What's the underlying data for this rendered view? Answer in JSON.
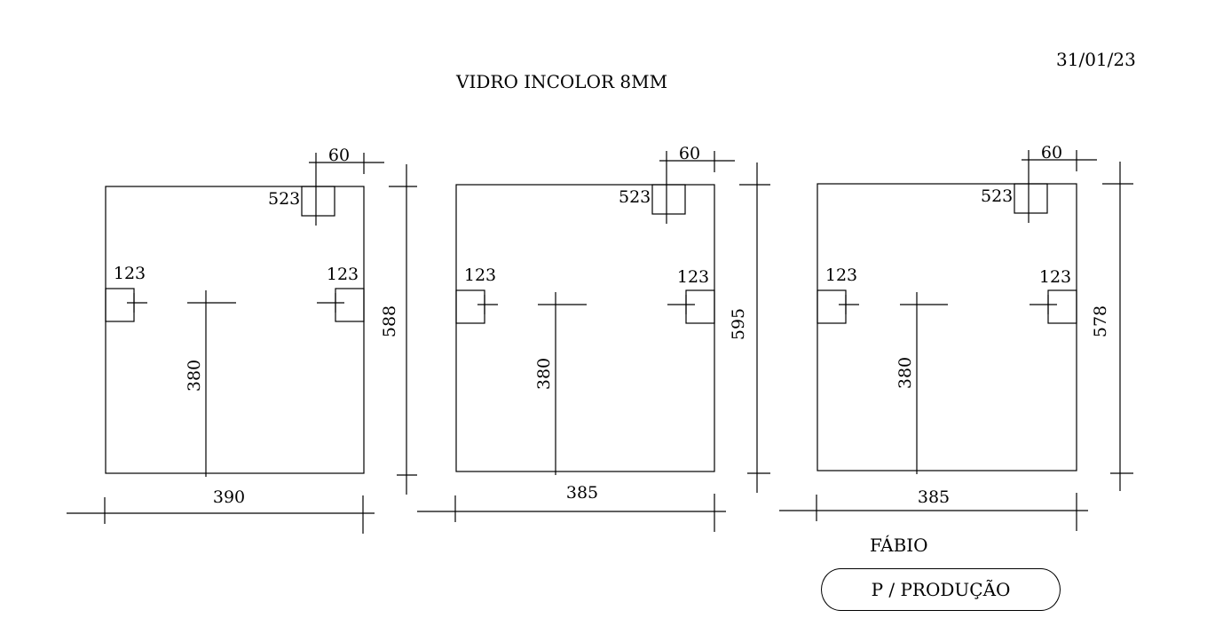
{
  "header": {
    "title": "VIDRO INCOLOR 8MM",
    "date": "31/01/23"
  },
  "footer": {
    "author": "FÁBIO",
    "stamp": "P / PRODUÇÃO"
  },
  "panels": [
    {
      "width": "390",
      "height": "588",
      "cutout_offset": "523",
      "cutout_size": "60",
      "hinge_left": "123",
      "hinge_right": "123",
      "hinge_height": "380"
    },
    {
      "width": "385",
      "height": "595",
      "cutout_offset": "523",
      "cutout_size": "60",
      "hinge_left": "123",
      "hinge_right": "123",
      "hinge_height": "380"
    },
    {
      "width": "385",
      "height": "578",
      "cutout_offset": "523",
      "cutout_size": "60",
      "hinge_left": "123",
      "hinge_right": "123",
      "hinge_height": "380"
    }
  ]
}
